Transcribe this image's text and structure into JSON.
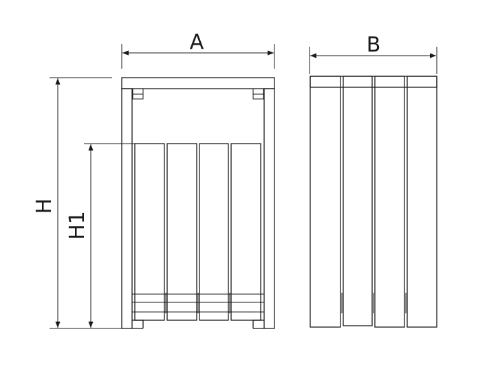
{
  "labels": {
    "A": "A",
    "B": "B",
    "H": "H",
    "H1": "H1"
  },
  "front_view": {
    "panel_count": 4
  },
  "side_view": {
    "panel_count": 4
  },
  "colors": {
    "line": "#1a1a1a",
    "background": "#ffffff"
  }
}
